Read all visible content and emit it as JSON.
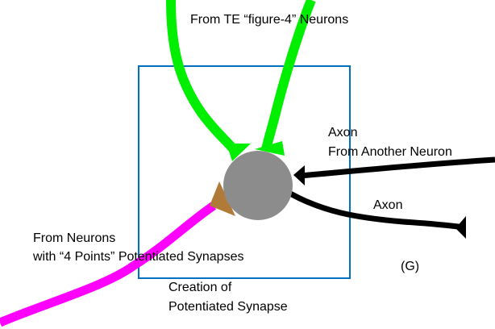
{
  "labels": {
    "te_neurons": "From TE “figure-4” Neurons",
    "axon_from_another_1": "Axon",
    "axon_from_another_2": "From Another Neuron",
    "axon": "Axon",
    "from_neurons_1": "From Neurons",
    "from_neurons_2": "with “4 Points” Potentiated Synapses",
    "creation_1": "Creation of",
    "creation_2": "Potentiated Synapse",
    "panel": "(G)"
  },
  "colors": {
    "green": "#00ee00",
    "magenta": "#ff00ff",
    "brown": "#b07a38",
    "soma": "#8c8c8c",
    "box": "#0070c0",
    "axon": "#000000"
  }
}
